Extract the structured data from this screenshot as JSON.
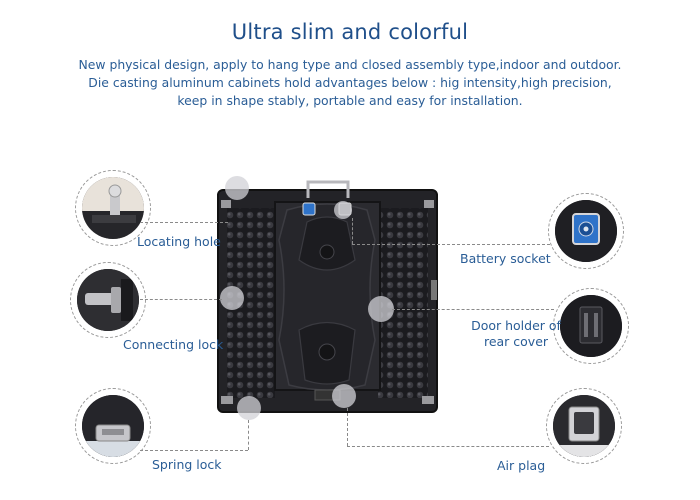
{
  "header": {
    "title": "Ultra slim and colorful",
    "description_lines": [
      "New physical design, apply to hang type and closed assembly type,indoor and outdoor.",
      "Die casting aluminum cabinets hold advantages below : hig intensity,high precision,",
      "keep in shape stably, portable and easy for installation."
    ]
  },
  "callouts": {
    "locating_hole": "Locating hole",
    "connecting_lock": "Connecting lock",
    "spring_lock": "Spring lock",
    "battery_socket": "Battery socket",
    "door_holder_line1": "Door holder of",
    "door_holder_line2": "rear cover",
    "air_plag": "Air plag"
  },
  "colors": {
    "title": "#1f4f8a",
    "text": "#2a5d96",
    "cabinet": "#1e1e22",
    "connector_blue": "#2f73c9"
  }
}
